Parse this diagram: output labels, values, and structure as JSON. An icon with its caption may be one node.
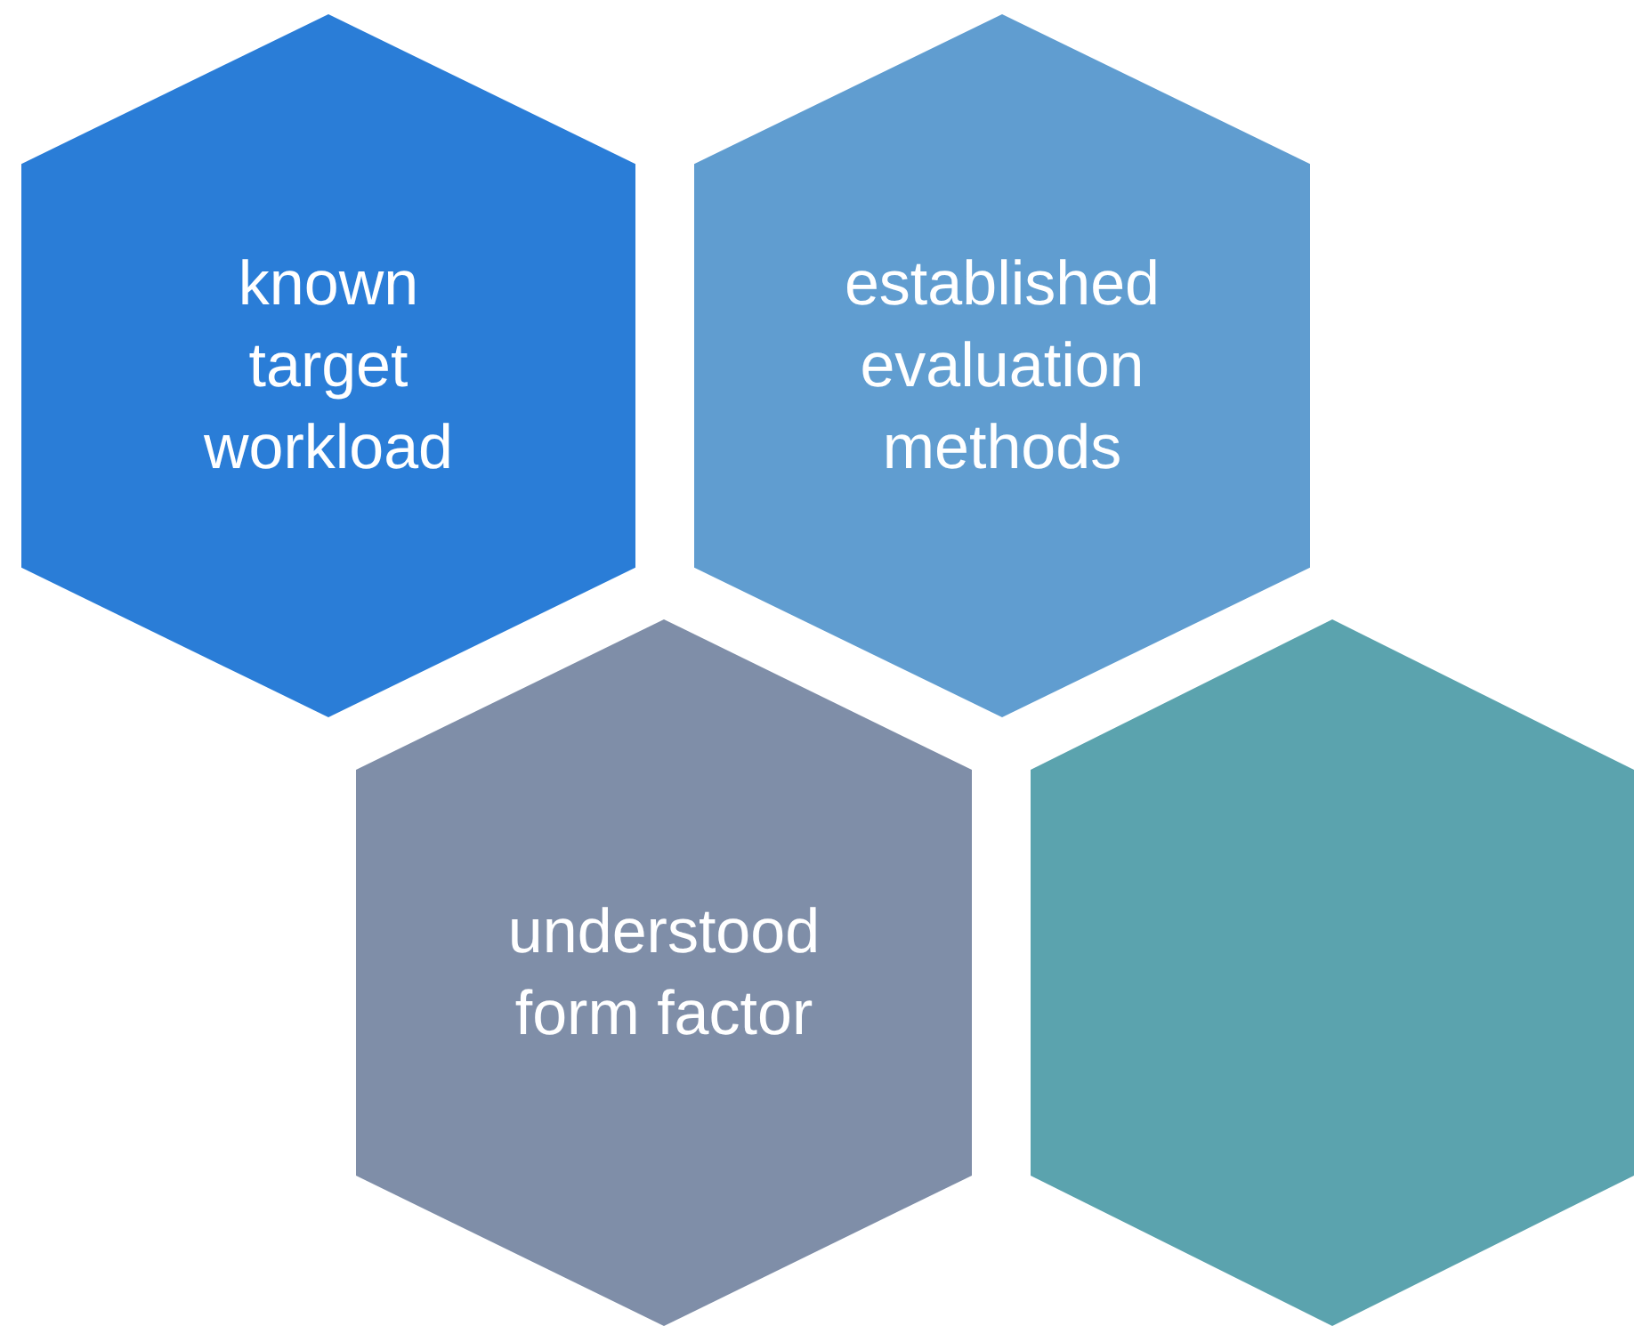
{
  "diagram": {
    "nodes": [
      {
        "text": [
          "known target workload"
        ]
      },
      {
        "text": [
          "established evaluation methods"
        ]
      },
      {
        "text": [
          "understood form factor"
        ]
      },
      {
        "text": [],
        "shape": "hexagon"
      }
    ]
  }
}
